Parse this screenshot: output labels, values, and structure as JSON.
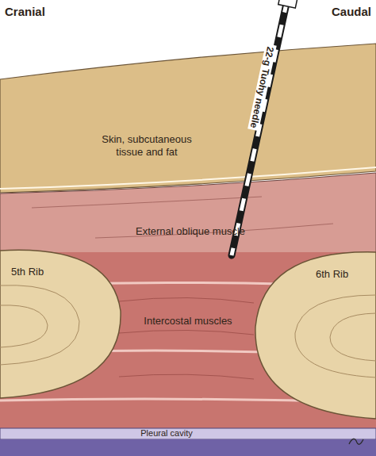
{
  "diagram": {
    "labels": [
      "Cranial",
      "Caudal",
      "22-g Tuohy needle",
      "Skin, subcutaneous tissue and fat",
      "External oblique muscle",
      "5th Rib",
      "6th Rib",
      "Intercostal muscles",
      "Pleural cavity"
    ]
  }
}
